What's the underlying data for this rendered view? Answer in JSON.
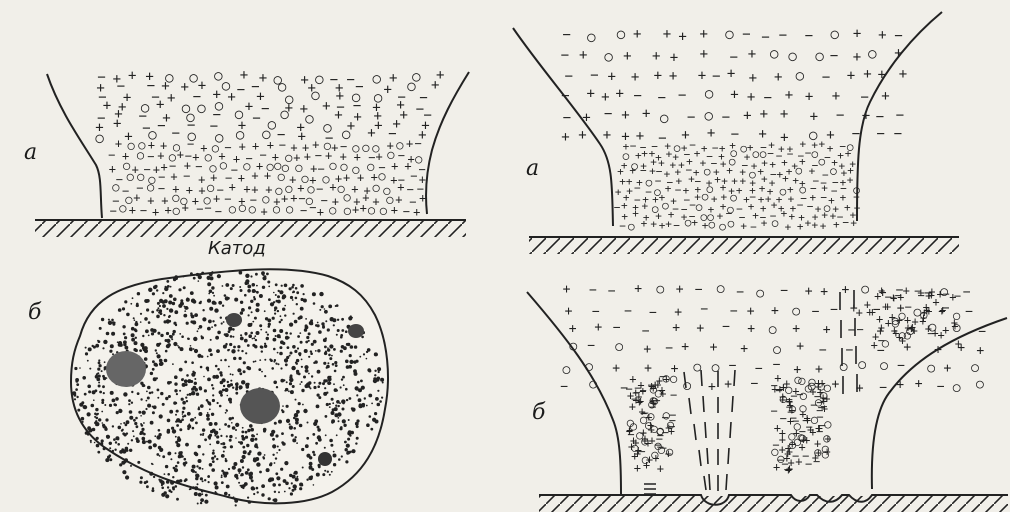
{
  "labels": {
    "top_left": "а",
    "bottom_left": "б",
    "top_right": "а",
    "bottom_right": "б",
    "cathode": "Катод"
  },
  "colors": {
    "ink": "#1b1b1b",
    "paper": "#f1efe9"
  }
}
